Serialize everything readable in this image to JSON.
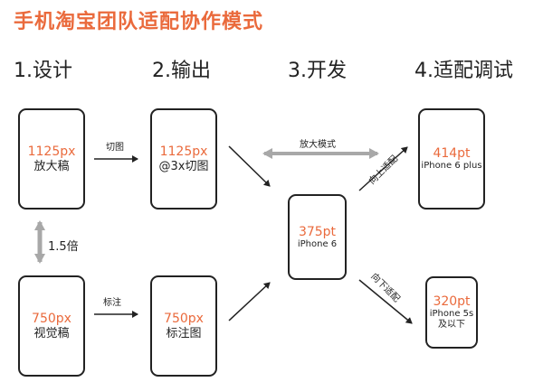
{
  "title": "手机淘宝团队适配协作模式",
  "steps": [
    "1.设计",
    "2.输出",
    "3.开发",
    "4.适配调试"
  ],
  "phones": {
    "design_large": {
      "value": "1125px",
      "label": "放大稿"
    },
    "output_large": {
      "value": "1125px",
      "label": "@3x切图"
    },
    "design_small": {
      "value": "750px",
      "label": "视觉稿"
    },
    "output_small": {
      "value": "750px",
      "label": "标注图"
    },
    "dev": {
      "value": "375pt",
      "label": "iPhone 6"
    },
    "plus": {
      "value": "414pt",
      "label": "iPhone 6 plus"
    },
    "five_s": {
      "value": "320pt",
      "label": "iPhone 5s",
      "label2": "及以下"
    }
  },
  "labels": {
    "cut": "切图",
    "annotate": "标注",
    "scale": "1.5倍",
    "zoom_mode": "放大模式",
    "adapt_up": "向上适配",
    "adapt_down": "向下适配"
  },
  "colors": {
    "accent": "#ea6a3c",
    "arrow_gray": "#a8a8a8",
    "line": "#222222"
  }
}
